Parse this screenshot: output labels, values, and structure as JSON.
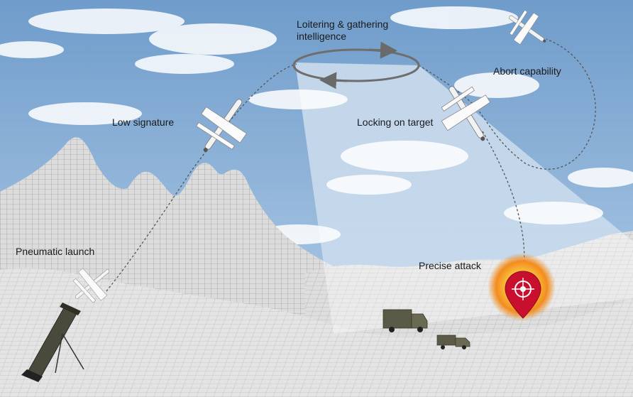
{
  "labels": {
    "loitering_line1": "Loitering & gathering",
    "loitering_line2": "intelligence",
    "abort": "Abort capability",
    "low_signature": "Low signature",
    "locking": "Locking on target",
    "pneumatic_launch": "Pneumatic launch",
    "precise_attack": "Precise attack"
  },
  "colors": {
    "sky_top": "#6f9ccb",
    "sky_bottom": "#b9d2ea",
    "cloud": "#ffffff",
    "terrain": "#d9d9d9",
    "mesh": "#8a8a8a",
    "target_pin": "#c8102e",
    "explosion": "#f28c1e",
    "vehicle": "#5b5a48",
    "flight_path": "#555555"
  },
  "icons": [
    "drone-icon",
    "launcher-icon",
    "truck-icon",
    "target-pin-icon",
    "explosion-icon"
  ]
}
